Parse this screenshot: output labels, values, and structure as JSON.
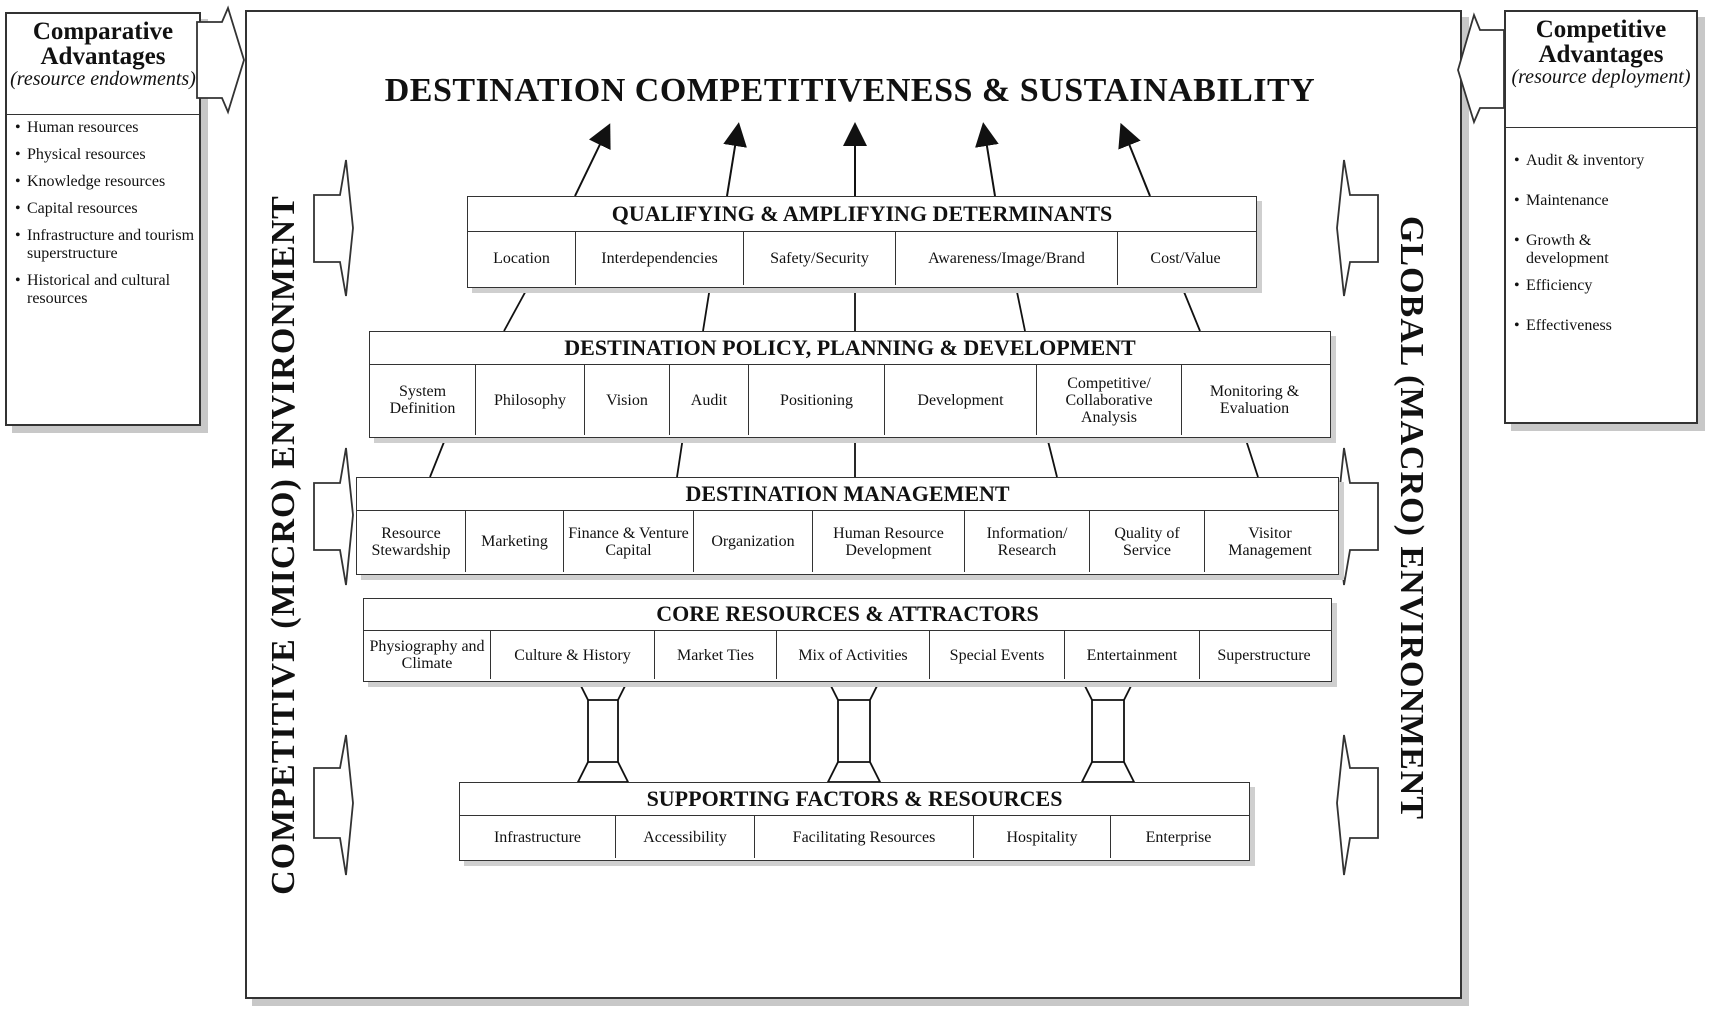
{
  "title": "DESTINATION COMPETITIVENESS & SUSTAINABILITY",
  "left_panel": {
    "heading": "Comparative Advantages",
    "subheading": "(resource endowments)",
    "items": [
      "Human resources",
      "Physical resources",
      "Knowledge resources",
      "Capital resources",
      "Infrastructure and tourism superstructure",
      "Historical and cultural resources"
    ]
  },
  "right_panel": {
    "heading": "Competitive Advantages",
    "subheading": "(resource deployment)",
    "items": [
      "Audit & inventory",
      "Maintenance",
      "Growth & development",
      "Efficiency",
      "Effectiveness"
    ]
  },
  "left_vertical_label": "COMPETITIVE (MICRO) ENVIRONMENT",
  "right_vertical_label": "GLOBAL (MACRO) ENVIRONMENT",
  "layers": {
    "qualifying": {
      "title": "QUALIFYING & AMPLIFYING DETERMINANTS",
      "cells": [
        "Location",
        "Interdependencies",
        "Safety/Security",
        "Awareness/Image/Brand",
        "Cost/Value"
      ]
    },
    "policy": {
      "title": "DESTINATION POLICY, PLANNING & DEVELOPMENT",
      "cells": [
        "System Definition",
        "Philosophy",
        "Vision",
        "Audit",
        "Positioning",
        "Development",
        "Competitive/ Collaborative Analysis",
        "Monitoring & Evaluation"
      ]
    },
    "management": {
      "title": "DESTINATION MANAGEMENT",
      "cells": [
        "Resource Stewardship",
        "Marketing",
        "Finance & Venture Capital",
        "Organization",
        "Human Resource Development",
        "Information/ Research",
        "Quality of Service",
        "Visitor Management"
      ]
    },
    "core": {
      "title": "CORE RESOURCES & ATTRACTORS",
      "cells": [
        "Physiography and Climate",
        "Culture & History",
        "Market Ties",
        "Mix of Activities",
        "Special Events",
        "Entertainment",
        "Superstructure"
      ]
    },
    "supporting": {
      "title": "SUPPORTING FACTORS & RESOURCES",
      "cells": [
        "Infrastructure",
        "Accessibility",
        "Facilitating Resources",
        "Hospitality",
        "Enterprise"
      ]
    }
  }
}
